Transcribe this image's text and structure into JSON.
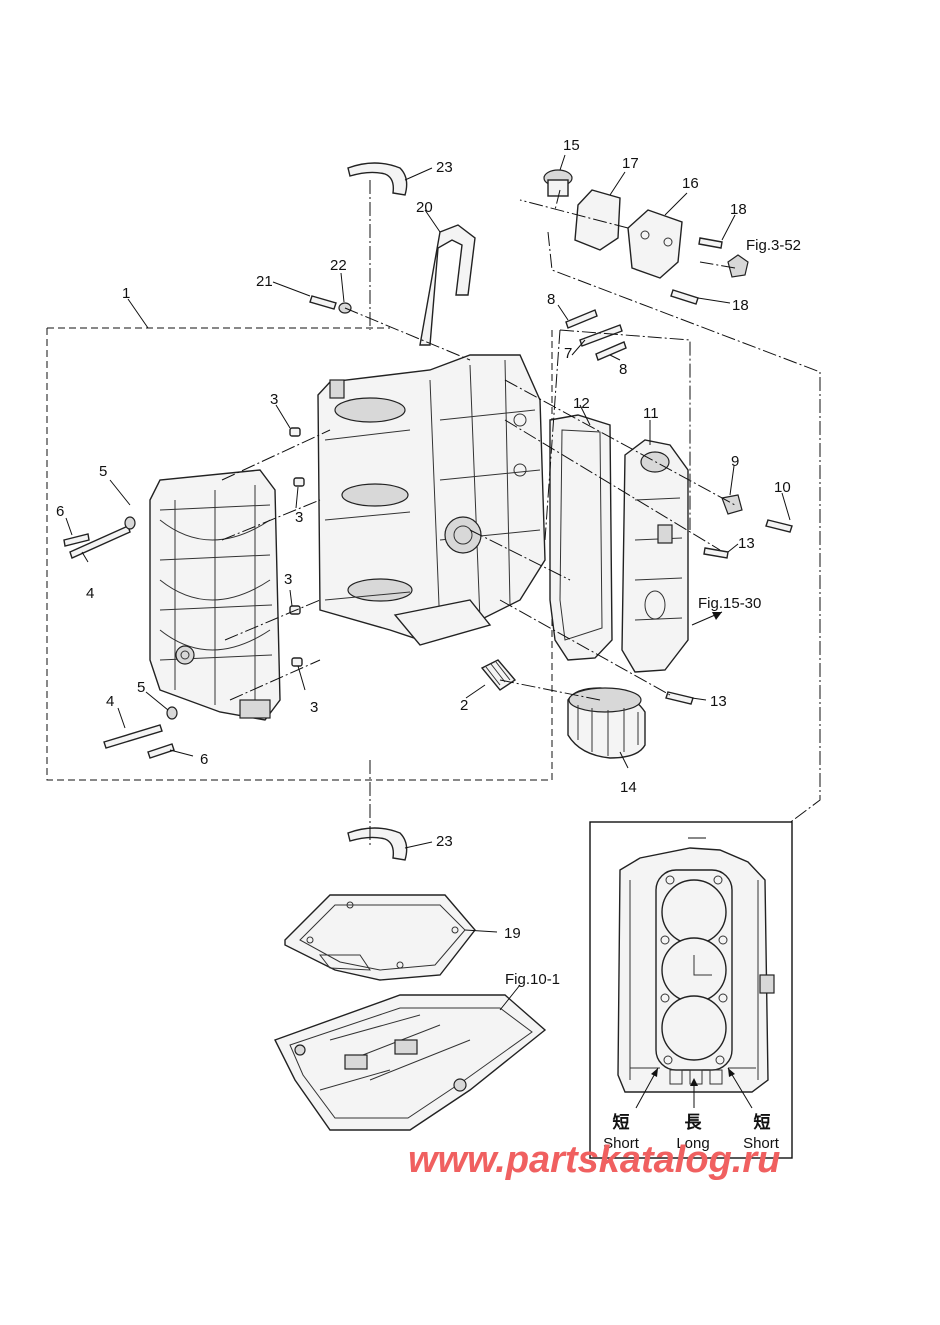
{
  "callouts": {
    "c1": "1",
    "c2": "2",
    "c3a": "3",
    "c3b": "3",
    "c3c": "3",
    "c3d": "3",
    "c4a": "4",
    "c4b": "4",
    "c5a": "5",
    "c5b": "5",
    "c6a": "6",
    "c6b": "6",
    "c7": "7",
    "c8a": "8",
    "c8b": "8",
    "c9": "9",
    "c10": "10",
    "c11": "11",
    "c12": "12",
    "c13a": "13",
    "c13b": "13",
    "c14": "14",
    "c15": "15",
    "c16": "16",
    "c17": "17",
    "c18a": "18",
    "c18b": "18",
    "c19": "19",
    "c20": "20",
    "c21": "21",
    "c22": "22",
    "c23a": "23",
    "c23b": "23"
  },
  "references": {
    "fig_3_52": "Fig.3-52",
    "fig_15_30": "Fig.15-30",
    "fig_10_1": "Fig.10-1"
  },
  "inset": {
    "left_kanji": "短",
    "left_label": "Short",
    "middle_kanji": "長",
    "middle_label": "Long",
    "right_kanji": "短",
    "right_label": "Short"
  },
  "watermark": "www.partskatalog.ru"
}
